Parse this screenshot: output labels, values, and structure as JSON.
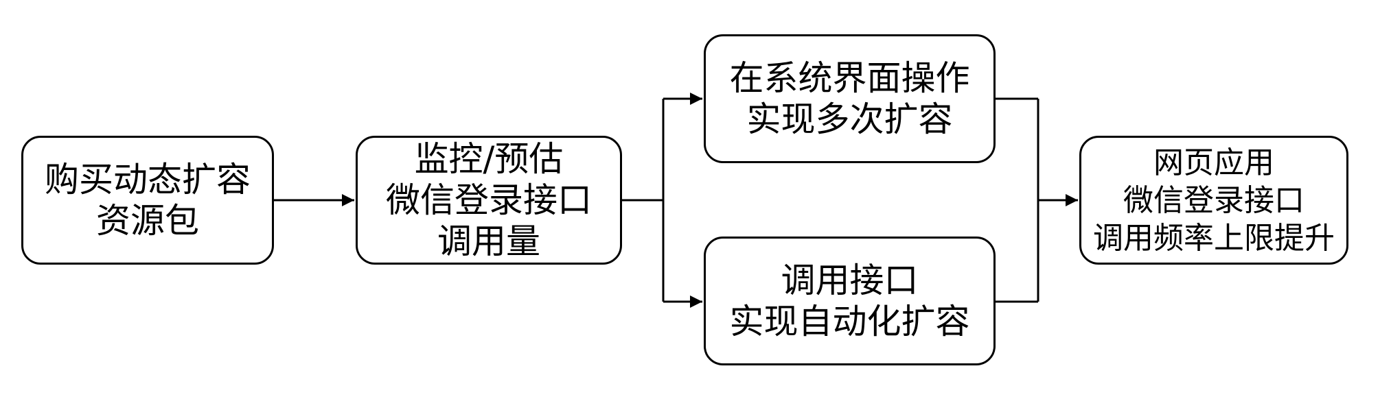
{
  "diagram": {
    "nodes": [
      {
        "id": "buy-package",
        "lines": [
          "购买动态扩容",
          "资源包"
        ]
      },
      {
        "id": "monitor",
        "lines": [
          "监控/预估",
          "微信登录接口",
          "调用量"
        ]
      },
      {
        "id": "manual-expand",
        "lines": [
          "在系统界面操作",
          "实现多次扩容"
        ]
      },
      {
        "id": "auto-expand",
        "lines": [
          "调用接口",
          "实现自动化扩容"
        ]
      },
      {
        "id": "result",
        "lines": [
          "网页应用",
          "微信登录接口",
          "调用频率上限提升"
        ]
      }
    ],
    "edges": [
      {
        "from": "buy-package",
        "to": "monitor"
      },
      {
        "from": "monitor",
        "to": "manual-expand"
      },
      {
        "from": "monitor",
        "to": "auto-expand"
      },
      {
        "from": "manual-expand",
        "to": "result"
      },
      {
        "from": "auto-expand",
        "to": "result"
      }
    ],
    "colors": {
      "stroke": "#000000",
      "fill": "#ffffff",
      "text": "#000000"
    }
  }
}
